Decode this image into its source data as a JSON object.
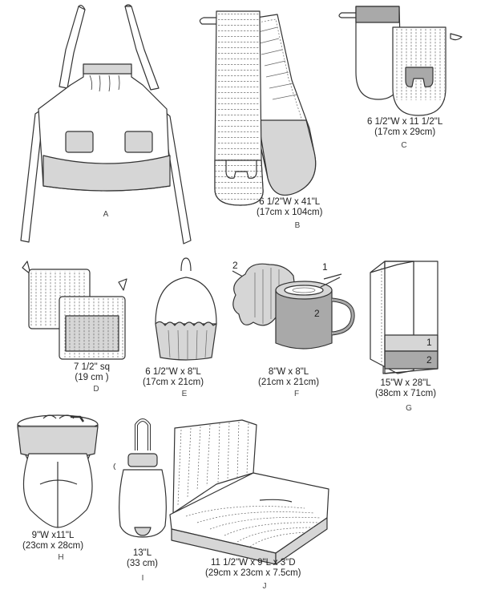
{
  "items": [
    {
      "id": "A",
      "letter": "A",
      "lines": []
    },
    {
      "id": "B",
      "letter": "B",
      "lines": [
        "6 1/2\"W  x 41\"L",
        "(17cm x 104cm)"
      ]
    },
    {
      "id": "C",
      "letter": "C",
      "lines": [
        "6 1/2\"W x 11 1/2\"L",
        "(17cm x 29cm)"
      ]
    },
    {
      "id": "D",
      "letter": "D",
      "lines": [
        "7 1/2\" sq",
        "(19 cm )"
      ]
    },
    {
      "id": "E",
      "letter": "E",
      "lines": [
        "6 1/2\"W x 8\"L",
        "(17cm x 21cm)"
      ]
    },
    {
      "id": "F",
      "letter": "F",
      "lines": [
        "8\"W x 8\"L",
        "(21cm x 21cm)"
      ]
    },
    {
      "id": "G",
      "letter": "G",
      "lines": [
        "15\"W x 28\"L",
        "(38cm x 71cm)"
      ]
    },
    {
      "id": "H",
      "letter": "H",
      "lines": [
        "9\"W x11\"L",
        "(23cm x 28cm)"
      ]
    },
    {
      "id": "I",
      "letter": "I",
      "lines": [
        "13\"L",
        "(33 cm)"
      ]
    },
    {
      "id": "J",
      "letter": "J",
      "lines": [
        "11 1/2\"W x 9\"L x 3\"D",
        "(29cm x 23cm x 7.5cm)"
      ]
    }
  ],
  "callouts": {
    "f_one": "1",
    "f_two_handle": "2",
    "f_two_mug": "2",
    "g_one": "1",
    "g_two": "2"
  },
  "colors": {
    "line": "#333333",
    "contrast_fill": "#d6d6d6",
    "dark_fill": "#a9a9a9",
    "paper": "#ffffff"
  }
}
